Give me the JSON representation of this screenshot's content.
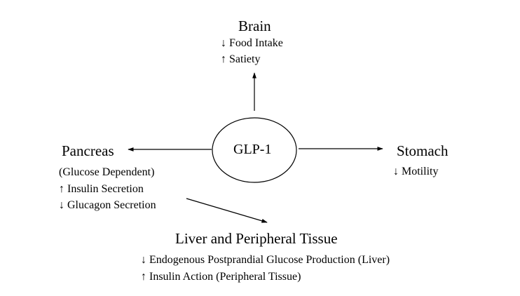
{
  "center": {
    "label": "GLP-1"
  },
  "brain": {
    "title": "Brain",
    "effects": [
      "↓ Food Intake",
      "↑ Satiety"
    ]
  },
  "stomach": {
    "title": "Stomach",
    "effects": [
      "↓ Motility"
    ]
  },
  "pancreas": {
    "title": "Pancreas",
    "effects": [
      "(Glucose Dependent)",
      "↑ Insulin Secretion",
      "↓ Glucagon Secretion"
    ]
  },
  "liver": {
    "title": "Liver and Peripheral Tissue",
    "effects": [
      "↓ Endogenous Postprandial Glucose Production (Liver)",
      "↑ Insulin Action (Peripheral Tissue)"
    ]
  },
  "colors": {
    "ink": "#000000",
    "background": "#ffffff"
  }
}
